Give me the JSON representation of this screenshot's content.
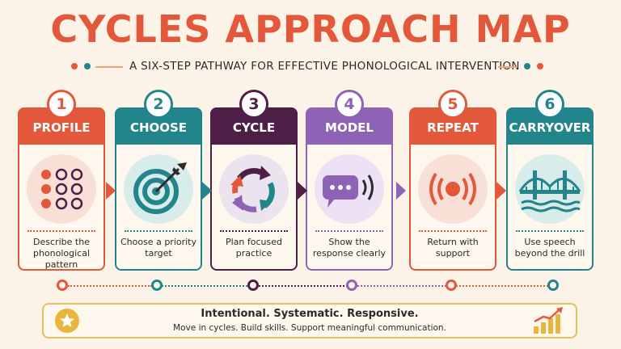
{
  "title": "CYCLES APPROACH MAP",
  "subtitle": "A SIX-STEP PATHWAY FOR EFFECTIVE PHONOLOGICAL INTERVENTION",
  "steps": [
    {
      "number": "1",
      "label": "PROFILE",
      "description": "Describe the phonological pattern",
      "color": "#e3583a",
      "icon": "dot-grid-icon"
    },
    {
      "number": "2",
      "label": "CHOOSE",
      "description": "Choose a priority target",
      "color": "#23858c",
      "icon": "target-icon"
    },
    {
      "number": "3",
      "label": "CYCLE",
      "description": "Plan focused practice",
      "color": "#4e1f46",
      "icon": "cycle-arrows-icon"
    },
    {
      "number": "4",
      "label": "MODEL",
      "description": "Show the response clearly",
      "color": "#8e63b5",
      "icon": "speech-bubble-icon"
    },
    {
      "number": "5",
      "label": "REPEAT",
      "description": "Return with support",
      "color": "#e3583a",
      "icon": "sound-waves-icon"
    },
    {
      "number": "6",
      "label": "CARRYOVER",
      "description": "Use speech beyond the drill",
      "color": "#23858c",
      "icon": "bridge-icon"
    }
  ],
  "banner": {
    "headline": "Intentional. Systematic. Responsive.",
    "tagline": "Move in cycles. Build skills. Support meaningful communication."
  },
  "colors": {
    "accent": "#e3583a",
    "teal": "#23858c",
    "plum": "#4e1f46",
    "purple": "#8e63b5",
    "gold": "#e6bf5e"
  }
}
